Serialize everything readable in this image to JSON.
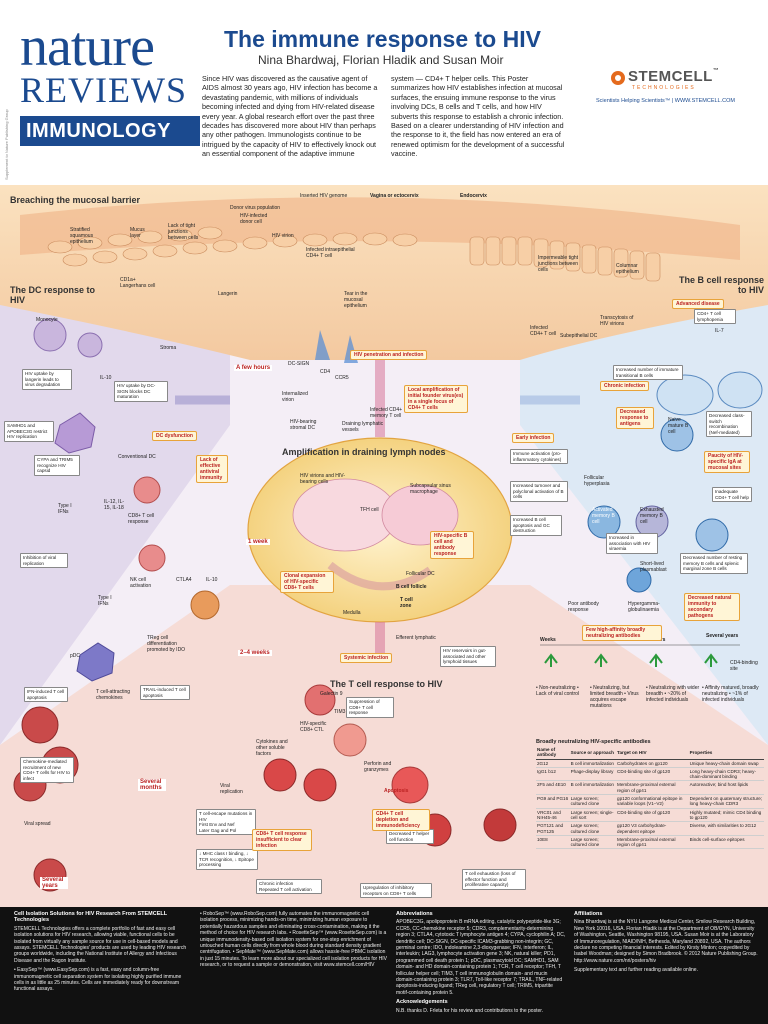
{
  "journal": {
    "brand_line1": "nature",
    "brand_line2": "REVIEWS",
    "section": "IMMUNOLOGY",
    "side_note": "Supplement to Nature Publishing Group"
  },
  "poster": {
    "title": "The immune response to HIV",
    "authors": "Nina Bhardwaj, Florian Hladik and Susan Moir",
    "intro": "Since HIV was discovered as the causative agent of AIDS almost 30 years ago, HIV infection has become a devastating pandemic, with millions of individuals becoming infected and dying from HIV-related disease every year. A global research effort over the past three decades has discovered more about HIV than perhaps any other pathogen. Immunologists continue to be intrigued by the capacity of HIV to effectively knock out an essential component of the adaptive immune system — CD4+ T helper cells. This Poster summarizes how HIV establishes infection at mucosal surfaces, the ensuing immune response to the virus involving DCs, B cells and T cells, and how HIV subverts this response to establish a chronic infection. Based on a clearer understanding of HIV infection and the response to it, the field has now entered an era of renewed optimism for the development of a successful vaccine."
  },
  "sponsor": {
    "name": "STEMCELL",
    "tm": "™",
    "subname": "TECHNOLOGIES",
    "tagline": "Scientists Helping Scientists™  |  WWW.STEMCELL.COM"
  },
  "sections": {
    "mucosal": "Breaching the mucosal barrier",
    "dc": "The DC response to HIV",
    "bcell": "The B cell response to HIV",
    "lymph": "Amplification in draining lymph nodes",
    "tcell": "The T cell response to HIV"
  },
  "badges": {
    "hiv_penetration": "HIV penetration and infection",
    "dc_dysfunction": "DC dysfunction",
    "advanced_disease": "Advanced disease",
    "chronic_infection": "Chronic infection",
    "early_infection": "Early infection",
    "systemic_infection": "Systemic infection",
    "cd4_depletion": "CD4+ T cell depletion and immunodeficiency",
    "cd8_insufficient": "CD8+ T cell response insufficient to clear infection",
    "local_amplification": "Local amplification of initial founder virus(es) in a single focus of CD4+ T cells",
    "lack_antiviral": "Lack of effective antiviral immunity",
    "clonal_expansion": "Clonal expansion of HIV-specific CD8+ T cells",
    "hiv_specific_b": "HIV-specific B cell and antibody response",
    "decreased_response": "Decreased response to antigens",
    "paucity_iga": "Paucity of HIV-specific IgA at mucosal sites",
    "decreased_natural": "Decreased natural immunity to secondary pathogens",
    "few_bnabs": "Few high-affinity broadly neutralizing antibodies"
  },
  "timepoints": {
    "few_hours": "A few hours",
    "one_week": "1 week",
    "two_four_weeks": "2–4 weeks",
    "several_months": "Several months",
    "several_years": "Several years"
  },
  "labels": {
    "inserted_genome": "Inserted HIV genome",
    "vagina": "Vagina or ectocervix",
    "endocervix": "Endocervix",
    "stratified": "Stratified squamous epithelium",
    "mucus": "Mucus layer",
    "tight_junctions": "Lack of tight junctions between cells",
    "donor_virus": "Donor virus population",
    "donor_cell": "HIV-infected donor cell",
    "hiv_virion": "HIV virion",
    "infected_intra": "Infected intraepithelial CD4+ T cell",
    "impermeable": "Impermeable tight junctions between cells",
    "columnar": "Columnar epithelium",
    "cd1a_langerhans": "CD1a+ Langerhans cell",
    "langerin": "Langerin",
    "tear": "Tear in the mucosal epithelium",
    "transcytosis": "Transcytosis of HIV virions",
    "stroma": "Stroma",
    "subepithelial_dc": "Subepithelial DC",
    "infected_cd4": "Infected CD4+ T cell",
    "monocyte": "Monocyte",
    "langerin_uptake": "HIV uptake by langerin leads to virus degradation",
    "dcsign_uptake": "HIV uptake by DC-SIGN blocks DC maturation",
    "samhd1": "SAMHD1 and APOBEC3G restrict HIV replication",
    "trim5": "CYPA and TRIM5 recognize HIV capsid",
    "conventional_dc": "Conventional DC",
    "il10": "IL-10",
    "cd8_response": "CD8+ T cell response",
    "il12": "IL-12, IL-15, IL-18",
    "type1_ifn": "Type I IFNs",
    "inhibition_replication": "Inhibition of viral replication",
    "nk_activation": "NK cell activation",
    "ctla4": "CTLA4",
    "treg_diff": "TReg cell differentiation promoted by IDO",
    "pdc": "pDC",
    "trail_apoptosis": "TRAIL-induced T cell apoptosis",
    "ifn_apoptosis": "IFN-induced T cell apoptosis",
    "t_attracting": "T cell-attracting chemokines",
    "chemokine_recruit": "Chemokine-mediated recruitment of new CD4+ T cells for HIV to infect",
    "viral_spread": "Viral spread",
    "dcsign": "DC-SIGN",
    "cd4": "CD4",
    "ccr5": "CCR5",
    "internalized": "Internalized virion",
    "hiv_stromal_dc": "HIV-bearing stromal DC",
    "draining_vessels": "Draining lymphatic vessels",
    "infected_memory": "Infected CD4+ memory T cell",
    "virions_cells": "HIV virions and HIV-bearing cells",
    "subcapsular": "Subcapsular sinus macrophage",
    "tfh": "TFH cell",
    "follicular_dc": "Follicular DC",
    "b_follicle": "B cell follicle",
    "t_zone": "T cell zone",
    "medulla": "Medulla",
    "efferent": "Efferent lymphatic",
    "hiv_in_gut": "HIV reservoirs in gut-associated and other lymphoid tissues",
    "galectin": "Galectin 9",
    "tim3": "TIM3",
    "suppression": "Suppression of CD8+ T cell response",
    "hiv_specific_ctl": "HIV-specific CD8+ CTL",
    "cytokines": "Cytokines and other soluble factors",
    "viral_replication": "Viral replication",
    "perforin": "Perforin and granzymes",
    "escape": "T cell-escape mutations in HIV",
    "first_env": "First Env and Nef",
    "later_gag": "Later Gag and Pol",
    "mhc_loss": "↓ MHC class I binding, ↓ TCR recognition, ↓ Epitope processing",
    "chronic_inf": "Chronic infection",
    "repeated": "Repeated T cell activation",
    "decreased_helper": "Decreased T helper cell function",
    "upregulation": "Upregulation of inhibitory receptors on CD8+ T cells",
    "exhaustion": "T cell exhaustion (loss of effector function and proliferative capacity)",
    "apoptosis": "Apoptosis",
    "cd4_lymph": "CD4+ T cell lymphopenia",
    "il7": "IL-7",
    "increased_transitional": "Increased number of immature transitional B cells",
    "decreased_switch": "Decreased class-switch recombination (Nef-mediated)",
    "naive_b": "Naive mature B cell",
    "inadequate_help": "Inadequate CD4+ T cell help",
    "immune_activation": "Immune activation (pro-inflammatory cytokines)",
    "follicular_hyper": "Follicular hyperplasia",
    "increased_turnover": "Increased turnover and polyclonal activation of B cells",
    "activated_memory": "Activated memory B cell",
    "exhausted_memory": "Exhausted memory B cell",
    "increased_apoptosis": "Increased B cell apoptosis and GC destruction",
    "viraemia": "Increased in association with HIV viraemia",
    "plasmablast": "Short-lived plasmablast",
    "decreased_resting": "Decreased number of resting memory B cells and splenic marginal zone B cells",
    "poor_antibody": "Poor antibody response",
    "hyperglobulin": "Hypergamma-globulinaemia",
    "weeks": "Weeks",
    "months": "Months",
    "years": "Years",
    "several_years": "Several years",
    "cd4_binding_site": "CD4-binding site",
    "nn1": "• Non-neutralizing • Lack of viral control",
    "nn2": "• Neutralizing, but limited breadth • Virus acquires escape mutations",
    "nn3": "• Neutralizing with wider breadth • ~20% of infected individuals",
    "nn4": "• Affinity matured, broadly neutralizing • ~1% of infected individuals"
  },
  "bnab_table": {
    "title": "Broadly neutralizing HIV-specific antibodies",
    "headers": [
      "Name of antibody",
      "Source or approach",
      "Target on HIV",
      "Properties"
    ],
    "rows": [
      [
        "2G12",
        "B cell immortalization",
        "Carbohydrates on gp120",
        "Unique heavy-chain domain swap"
      ],
      [
        "IgG1 b12",
        "Phage-display library",
        "CD4-binding site of gp120",
        "Long heavy-chain CDR3; heavy-chain-dominant binding"
      ],
      [
        "2F5 and 4E10",
        "B cell immortalization",
        "Membrane-proximal external region of gp41",
        "Autoreactive; bind host lipids"
      ],
      [
        "PG9 and PG16",
        "Large screen; cultured clone",
        "gp120 conformational epitope in variable loops (V1–V2)",
        "Dependent on quaternary structure; long heavy-chain CDR3"
      ],
      [
        "VRC01 and NIH45-46",
        "Large screen; single-cell sort",
        "CD4-binding site of gp120",
        "Highly mutated; mimic CD4 binding to gp120"
      ],
      [
        "PGT121 and PGT125",
        "Large screen; cultured clone",
        "gp120 V3 carbohydrate-dependent epitope",
        "Diverse, with similarities to 2G12"
      ],
      [
        "10E8",
        "Large screen; cultured clone",
        "Membrane-proximal external region of gp41",
        "Binds cell-surface epitopes"
      ]
    ]
  },
  "footer": {
    "col1_head": "Cell Isolation Solutions for HIV Research From STEMCELL Technologies",
    "col1_body": "STEMCELL Technologies offers a complete portfolio of fast and easy cell isolation solutions for HIV research, allowing viable, functional cells to be isolated from virtually any sample source for use in cell-based models and assays. STEMCELL Technologies' products are used by leading HIV research groups worldwide, including the National Institute of Allergy and Infectious Disease and the Ragon Institute.",
    "col1_bullet": "• EasySep™ (www.EasySep.com) is a fast, easy and column-free immunomagnetic cell separation system for isolating highly purified immune cells in as little as 25 minutes. Cells are immediately ready for downstream functional assays.",
    "col2_body": "• RoboSep™ (www.RoboSep.com) fully automates the immunomagnetic cell isolation process, minimizing hands-on time, minimizing human exposure to potentially hazardous samples and eliminating cross-contamination, making it the method of choice for HIV research labs. • RosetteSep™ (www.RosetteSep.com) is a unique immunodensity-based cell isolation system for one-step enrichment of untouched human cells directly from whole blood during standard density gradient centrifugation. • SepMate™ (www.SepMate.com) allows hassle-free PBMC isolation in just 15 minutes. To learn more about our specialized cell isolation products for HIV research, or to request a sample or demonstration, visit www.stemcell.com/HIV",
    "col3_head": "Abbreviations",
    "col3_body": "APOBEC3G, apolipoprotein B mRNA editing, catalytic polypeptide-like 3G; CCR5, CC-chemokine receptor 5; CDR3, complementarity-determining region 3; CTLA4, cytotoxic T lymphocyte antigen 4; CYPA, cyclophilin A; DC, dendritic cell; DC-SIGN, DC-specific ICAM3-grabbing non-integrin; GC, germinal centre; IDO, indoleamine 2,3-dioxygenase; IFN, interferon; IL, interleukin; LAG3, lymphocyte activation gene 3; NK, natural killer; PD1, programmed cell death protein 1; pDC, plasmacytoid DC; SAMHD1, SAM domain- and HD domain-containing protein 1; TCR, T cell receptor; TFH, T follicular helper cell; TIM3, T cell immunoglobulin domain- and mucin domain-containing protein 3; TLR7, Toll-like receptor 7; TRAIL, TNF-related apoptosis-inducing ligand; TReg cell, regulatory T cell; TRIM5, tripartite motif-containing protein 5.",
    "col3_ack_head": "Acknowledgements",
    "col3_ack": "N.B. thanks D. Frleta for his review and contributions to the poster.",
    "col4_head": "Affiliations",
    "col4_body": "Nina Bhardwaj is at the NYU Langone Medical Center, Smilow Research Building, New York 10016, USA. Florian Hladik is at the Department of OB/GYN, University of Washington, Seattle, Washington 98195, USA. Susan Moir is at the Laboratory of Immunoregulation, NIAID/NIH, Bethesda, Maryland 20892, USA. The authors declare no competing financial interests. Edited by Kirsty Minton; copyedited by Isabel Woodman; designed by Simon Bradbrook. © 2012 Nature Publishing Group. http://www.nature.com/nri/posters/hiv",
    "col4_supp": "Supplementary text and further reading available online."
  },
  "colors": {
    "brand_blue": "#1b4a8f",
    "alert_red": "#b22222",
    "badge_fill": "#fff5d6",
    "dc_panel": "#e2d9ec",
    "bcell_panel": "#dde9f5",
    "tcell_panel": "#f6dcd6",
    "lymph_node": "#fbe7b8"
  }
}
